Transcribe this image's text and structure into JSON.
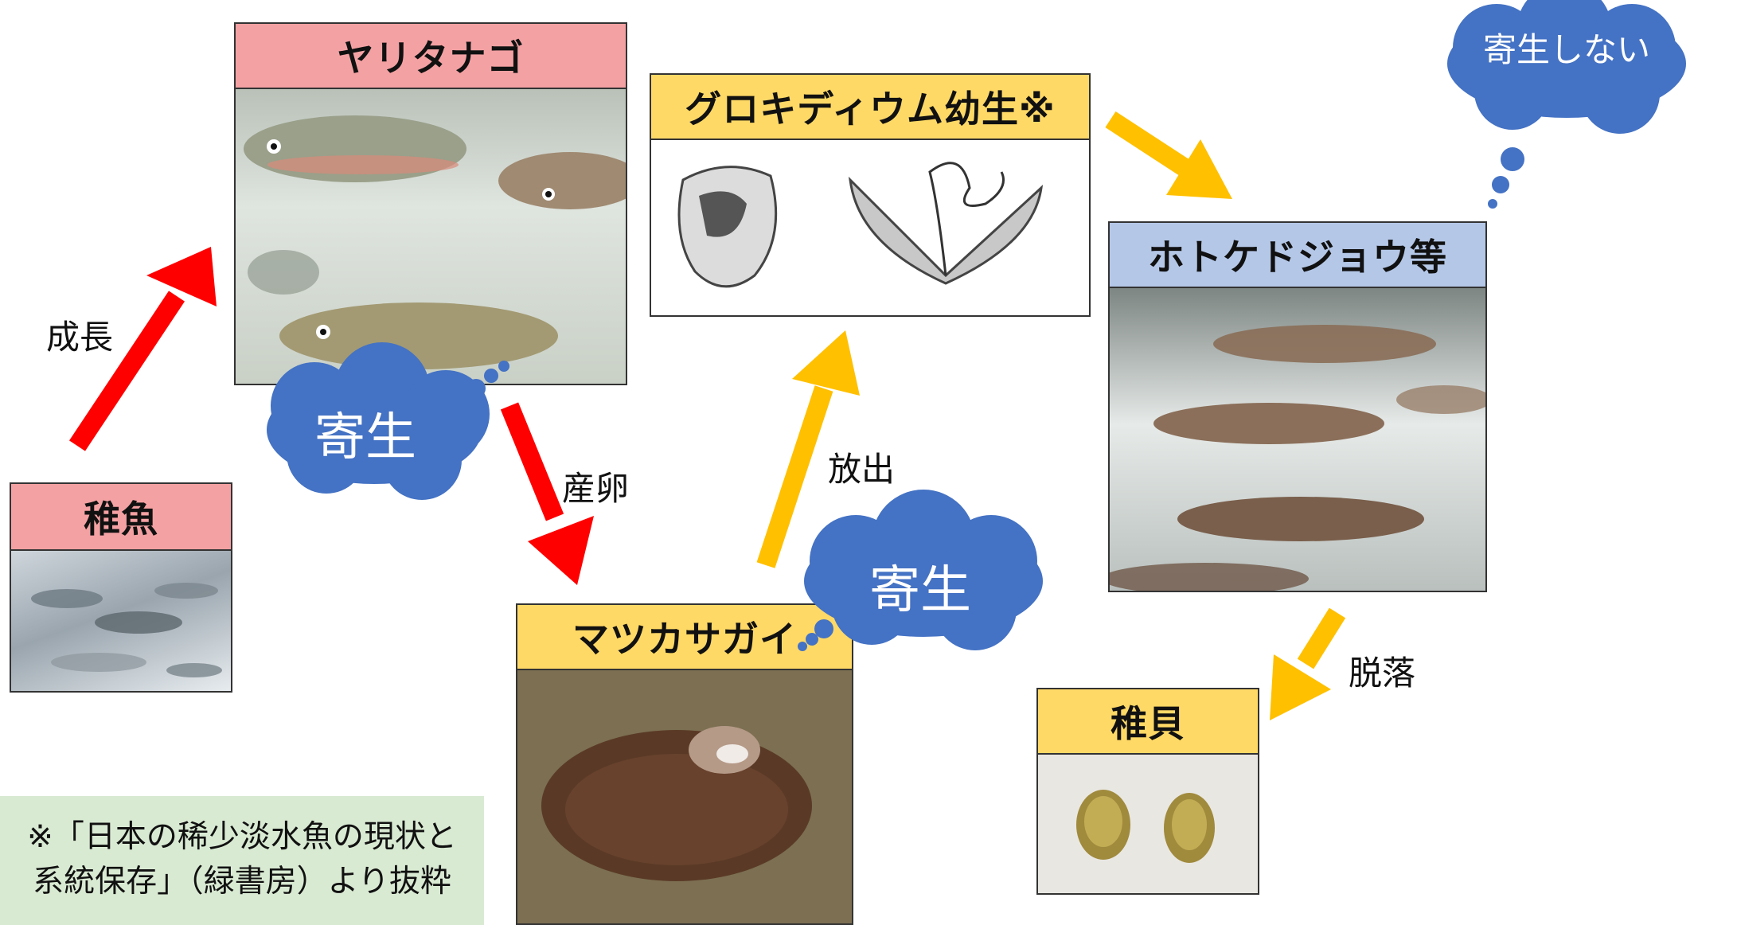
{
  "colors": {
    "pink_label": "#f4a1a3",
    "yellow_label": "#ffd966",
    "blue_label": "#b4c7e7",
    "red_arrow": "#ff0000",
    "orange_arrow": "#ffc000",
    "cloud": "#4472c4",
    "note_bg": "#d9ead3"
  },
  "nodes": {
    "yaritanago": "ヤリタナゴ",
    "juvenile_fish": "稚魚",
    "glochidium": "グロキディウム幼生※",
    "hotoke": "ホトケドジョウ等",
    "matsukasa": "マツカサガイ",
    "juvenile_shell": "稚貝"
  },
  "edges": {
    "growth": "成長",
    "spawn": "産卵",
    "release": "放出",
    "detach": "脱落"
  },
  "clouds": {
    "parasite_fish": "寄生",
    "parasite_shell": "寄生",
    "no_parasite": "寄生しない"
  },
  "note": {
    "line1": "※「日本の稀少淡水魚の現状と",
    "line2": "系統保存」（緑書房）より抜粋"
  },
  "icons": {
    "arrow": "arrow-icon",
    "cloud": "thought-cloud-icon"
  }
}
